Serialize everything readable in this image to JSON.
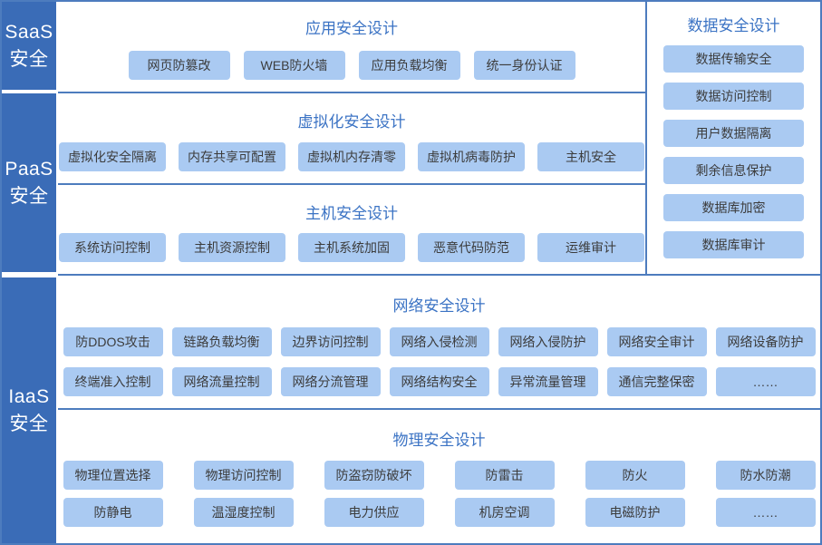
{
  "colors": {
    "layer_background": "#3a6cb7",
    "box_background": "#aacaf2",
    "section_title_text": "#3b73c4",
    "divider_border": "#4d7cbe",
    "box_text": "#3c3c3c",
    "layer_text": "#ffffff"
  },
  "layers": [
    {
      "line1": "SaaS",
      "line2": "安全"
    },
    {
      "line1": "PaaS",
      "line2": "安全"
    },
    {
      "line1": "IaaS",
      "line2": "安全"
    }
  ],
  "sections": {
    "application": {
      "title": "应用安全设计",
      "items": [
        "网页防篡改",
        "WEB防火墙",
        "应用负载均衡",
        "统一身份认证"
      ]
    },
    "virtualization": {
      "title": "虚拟化安全设计",
      "items": [
        "虚拟化安全隔离",
        "内存共享可配置",
        "虚拟机内存清零",
        "虚拟机病毒防护",
        "主机安全"
      ]
    },
    "host": {
      "title": "主机安全设计",
      "items": [
        "系统访问控制",
        "主机资源控制",
        "主机系统加固",
        "恶意代码防范",
        "运维审计"
      ]
    },
    "data": {
      "title": "数据安全设计",
      "items": [
        "数据传输安全",
        "数据访问控制",
        "用户数据隔离",
        "剩余信息保护",
        "数据库加密",
        "数据库审计"
      ]
    },
    "network": {
      "title": "网络安全设计",
      "rows": [
        [
          "防DDOS攻击",
          "链路负载均衡",
          "边界访问控制",
          "网络入侵检测",
          "网络入侵防护",
          "网络安全审计",
          "网络设备防护"
        ],
        [
          "终端准入控制",
          "网络流量控制",
          "网络分流管理",
          "网络结构安全",
          "异常流量管理",
          "通信完整保密",
          "……"
        ]
      ]
    },
    "physical": {
      "title": "物理安全设计",
      "rows": [
        [
          "物理位置选择",
          "物理访问控制",
          "防盗窃防破坏",
          "防雷击",
          "防火",
          "防水防潮"
        ],
        [
          "防静电",
          "温湿度控制",
          "电力供应",
          "机房空调",
          "电磁防护",
          "……"
        ]
      ]
    }
  }
}
